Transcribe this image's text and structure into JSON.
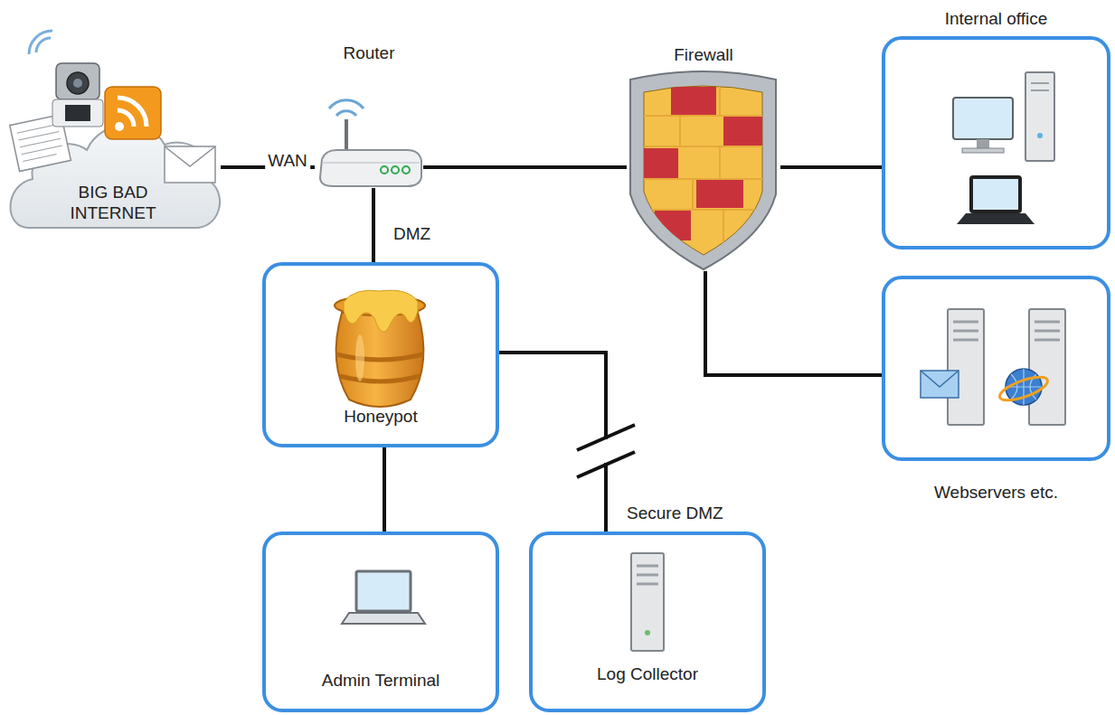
{
  "diagram": {
    "nodes": [
      {
        "text": [
          "BIG BAD INTERNET"
        ]
      },
      {
        "text": [
          "Router"
        ]
      },
      {
        "text": [
          "Firewall"
        ]
      },
      {
        "text": [
          "Internal office"
        ]
      },
      {
        "text": [
          "Honeypot"
        ]
      },
      {
        "text": [
          "Webservers etc."
        ]
      },
      {
        "text": [
          "Admin Terminal"
        ]
      },
      {
        "text": [
          "Log Collector"
        ]
      }
    ],
    "edges": [
      {
        "from": 0,
        "to": 1,
        "arrow": "none",
        "label": "WAN"
      },
      {
        "from": 1,
        "to": 2,
        "arrow": "none"
      },
      {
        "from": 1,
        "to": 4,
        "arrow": "none",
        "label": "DMZ"
      },
      {
        "from": 2,
        "to": 3,
        "arrow": "none"
      },
      {
        "from": 2,
        "to": 5,
        "arrow": "none"
      },
      {
        "from": 4,
        "to": 6,
        "arrow": "none"
      },
      {
        "from": 4,
        "to": 7,
        "arrow": "none",
        "label": "Secure DMZ"
      }
    ]
  }
}
